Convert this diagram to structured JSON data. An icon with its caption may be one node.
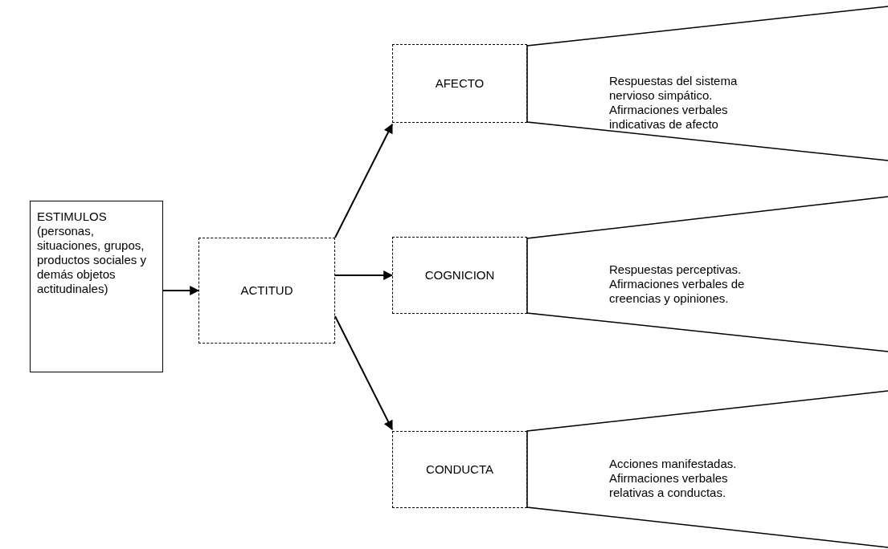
{
  "diagram": {
    "nodes": [
      {
        "text": [
          "ESTIMULOS (personas, situaciones, grupos, productos sociales y demás objetos actitudinales)"
        ]
      },
      {
        "text": [
          "ACTITUD"
        ]
      },
      {
        "text": [
          "AFECTO"
        ]
      },
      {
        "text": [
          "COGNICION"
        ]
      },
      {
        "text": [
          "CONDUCTA"
        ]
      },
      {
        "text": [
          "Respuestas del sistema nervioso simpático. Afirmaciones verbales indicativas de afecto"
        ]
      },
      {
        "text": [
          "Respuestas perceptivas. Afirmaciones verbales de creencias y opiniones."
        ]
      },
      {
        "text": [
          "Acciones manifestadas. Afirmaciones verbales relativas a conductas."
        ]
      }
    ],
    "edges": [
      {
        "from": 0,
        "to": 1,
        "arrow": "to"
      },
      {
        "from": 1,
        "to": 2,
        "arrow": "to"
      },
      {
        "from": 1,
        "to": 3,
        "arrow": "to"
      },
      {
        "from": 1,
        "to": 4,
        "arrow": "to"
      }
    ]
  }
}
